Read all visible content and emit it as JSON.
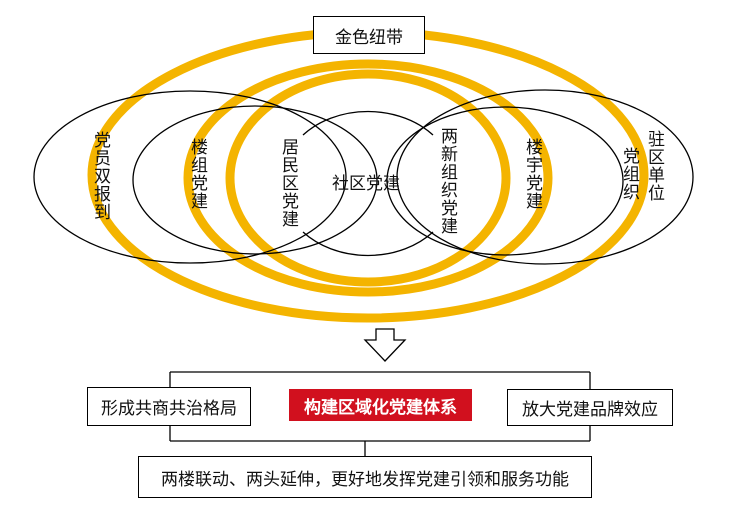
{
  "colors": {
    "ring": "#f4b400",
    "outline": "#000000",
    "core_fill": "#d1101e",
    "core_text": "#ffffff"
  },
  "top_label": "金色纽带",
  "center_label": "社区党建",
  "nodes": {
    "dual_report": "党员双报到",
    "building_group": "楼组党建",
    "residential": "居民区党建",
    "two_new": "两新组织党建",
    "office_building": "楼宇党建",
    "unit_org": "党组织",
    "resident_unit": "驻区单位"
  },
  "outcomes": {
    "left": "形成共商共治格局",
    "core": "构建区域化党建体系",
    "right": "放大党建品牌效应"
  },
  "bottom": "两楼联动、两头延伸，更好地发挥党建引领和服务功能"
}
